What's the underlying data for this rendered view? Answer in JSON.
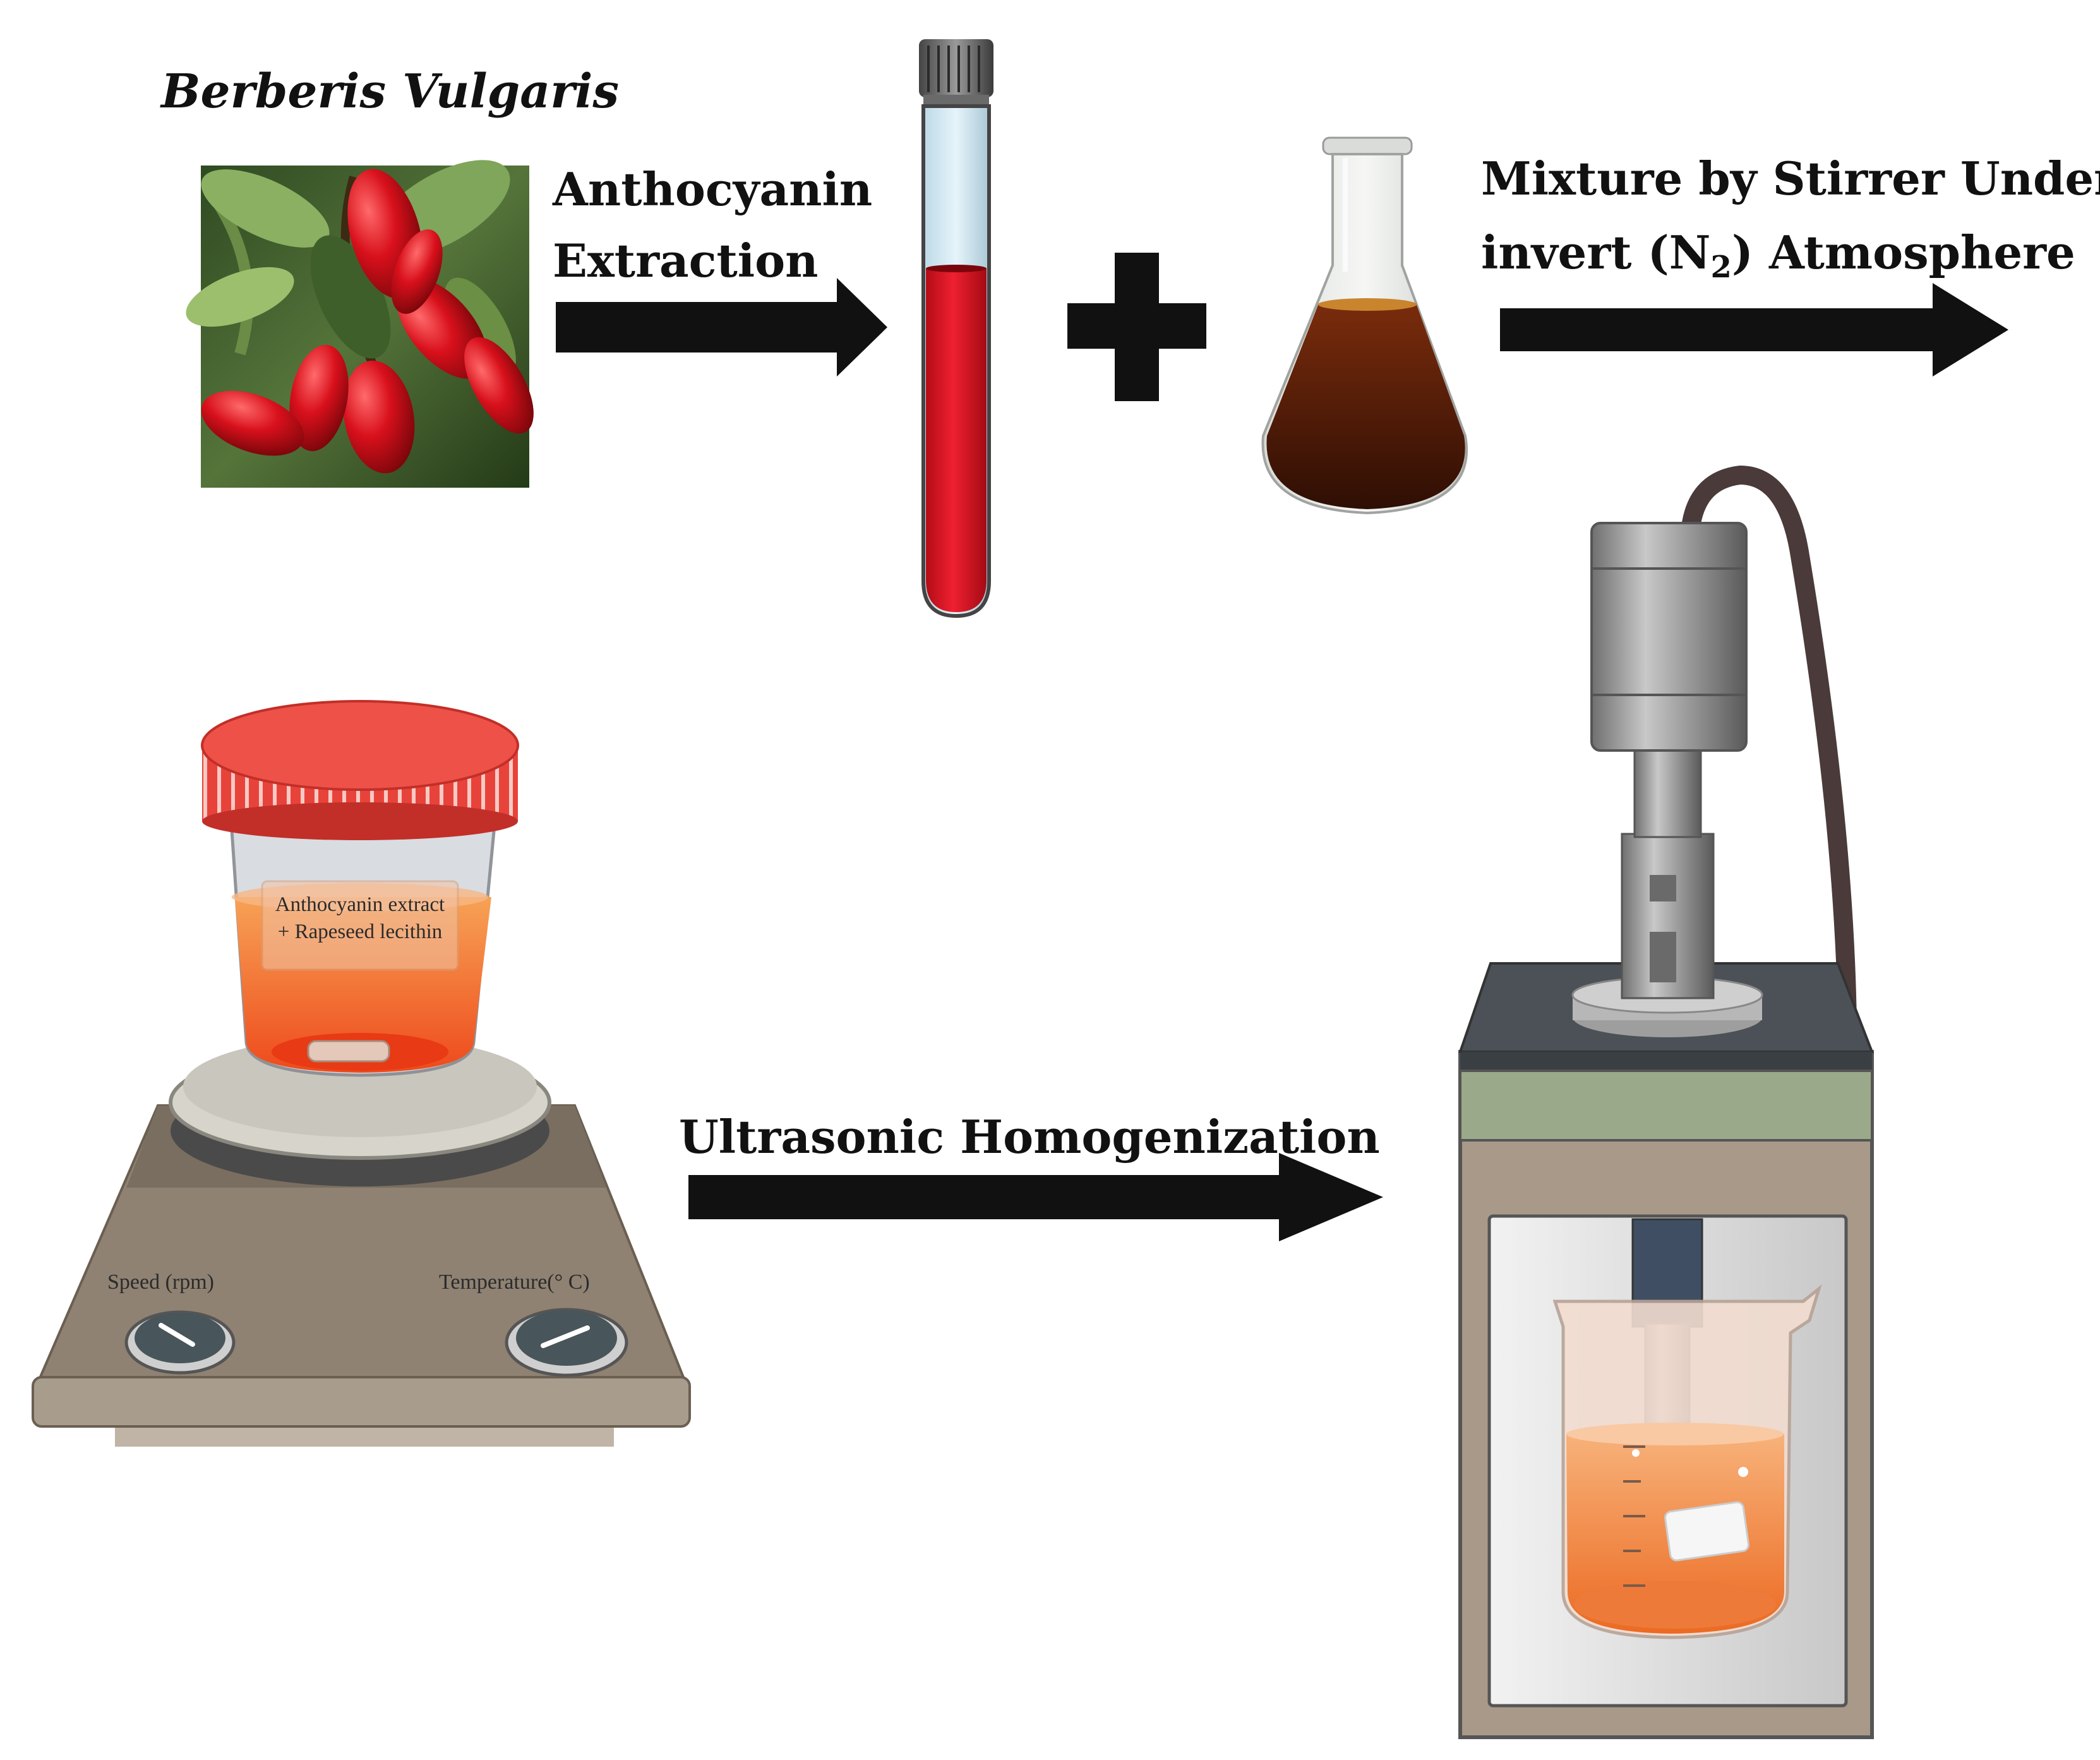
{
  "labels": {
    "plant_name": "Berberis Vulgaris",
    "step1_line1": "Anthocyanin",
    "step1_line2": "Extraction",
    "step2_line1": "Mixture by Stirrer Under",
    "step2_line2_a": "invert (N",
    "step2_line2_sub": "2",
    "step2_line2_b": ") Atmosphere",
    "step3": "Ultrasonic Homogenization"
  },
  "jar": {
    "label_line1": "Anthocyanin extract",
    "label_line2": "+ Rapeseed lecithin"
  },
  "stirrer": {
    "knob_left_label": "Speed (rpm)",
    "knob_right_label": "Temperature(° C)"
  },
  "colors": {
    "arrow": "#111111",
    "extract_red": "#d8121f",
    "oil_brown": "#4a1a08",
    "emulsion_orange": "#f07a2e",
    "jar_lid": "#e8433a",
    "stirrer_body": "#8f8273",
    "homogenizer_panel": "#9aa98a"
  }
}
